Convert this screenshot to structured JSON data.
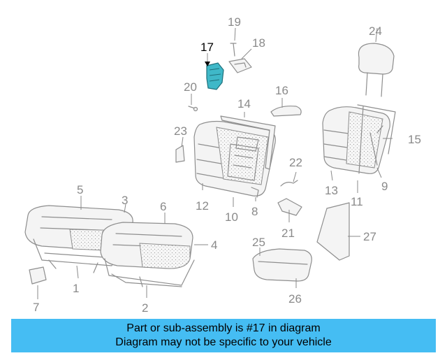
{
  "highlight_color": "#3fb8c8",
  "banner_color": "#45bdf3",
  "highlighted_callout": "17",
  "callouts": [
    "1",
    "2",
    "3",
    "4",
    "5",
    "6",
    "7",
    "8",
    "9",
    "10",
    "11",
    "12",
    "13",
    "14",
    "15",
    "16",
    "17",
    "18",
    "19",
    "20",
    "21",
    "22",
    "23",
    "24",
    "25",
    "26",
    "27"
  ],
  "banner": {
    "line1": "Part or sub-assembly is #17 in diagram",
    "line2": "Diagram may not be specific to your vehicle"
  }
}
